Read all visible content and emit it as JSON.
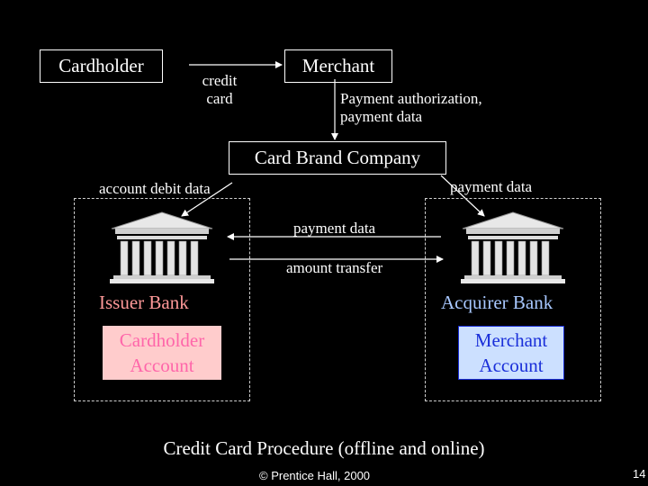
{
  "nodes": {
    "cardholder": "Cardholder",
    "merchant": "Merchant",
    "card_brand": "Card Brand Company"
  },
  "labels": {
    "credit_card_line1": "credit",
    "credit_card_line2": "card",
    "payment_auth_line1": "Payment authorization,",
    "payment_auth_line2": "payment data",
    "account_debit": "account debit data",
    "payment_data_right": "payment data",
    "payment_data_middle": "payment data",
    "amount_transfer": "amount transfer"
  },
  "banks": {
    "issuer": {
      "title": "Issuer Bank",
      "account_line1": "Cardholder",
      "account_line2": "Account"
    },
    "acquirer": {
      "title": "Acquirer Bank",
      "account_line1": "Merchant",
      "account_line2": "Account"
    }
  },
  "colors": {
    "issuer_title": "#ff9999",
    "acquirer_title": "#a8c8ff",
    "issuer_account_bg": "#ffcccc",
    "issuer_account_text": "#ff66aa",
    "acquirer_account_bg": "#cce0ff",
    "acquirer_account_text": "#1a2fd9"
  },
  "caption": "Credit Card Procedure (offline and online)",
  "copyright": "© Prentice Hall, 2000",
  "page_number": "14"
}
